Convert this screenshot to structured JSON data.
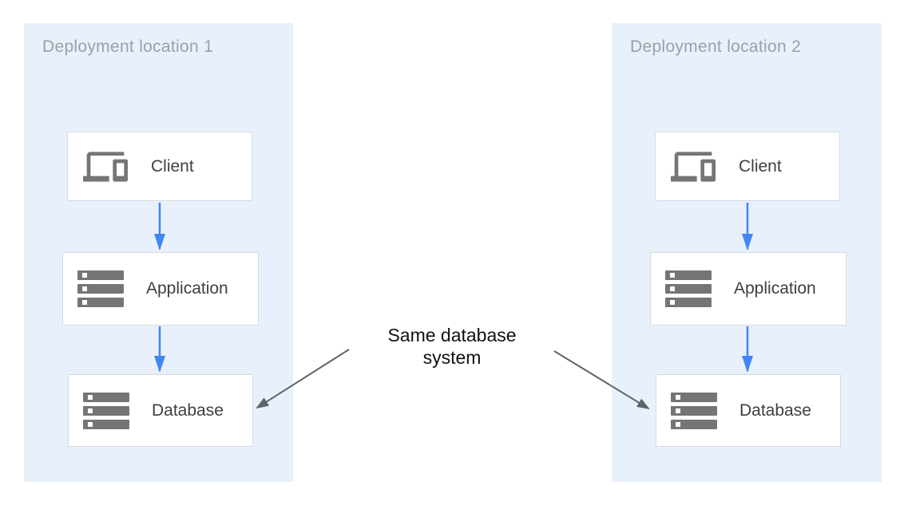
{
  "panels": [
    {
      "title": "Deployment location 1",
      "nodes": [
        {
          "label": "Client",
          "icon": "devices-icon"
        },
        {
          "label": "Application",
          "icon": "storage-icon"
        },
        {
          "label": "Database",
          "icon": "storage-icon"
        }
      ]
    },
    {
      "title": "Deployment location 2",
      "nodes": [
        {
          "label": "Client",
          "icon": "devices-icon"
        },
        {
          "label": "Application",
          "icon": "storage-icon"
        },
        {
          "label": "Database",
          "icon": "storage-icon"
        }
      ]
    }
  ],
  "annotation": {
    "lines": [
      "Same database",
      "system"
    ],
    "text": "Same database system"
  },
  "colors": {
    "panel_background": "#E8F1FB",
    "flow_arrow_blue": "#4285F4",
    "annotation_arrow_gray": "#5F6368",
    "node_border": "#D6DADE",
    "icon_gray": "#757575",
    "icon_detail_white": "#FFFFFF",
    "panel_title_gray": "#9AA0A6",
    "node_label_dark": "#3C4043",
    "annotation_text": "#111111"
  }
}
